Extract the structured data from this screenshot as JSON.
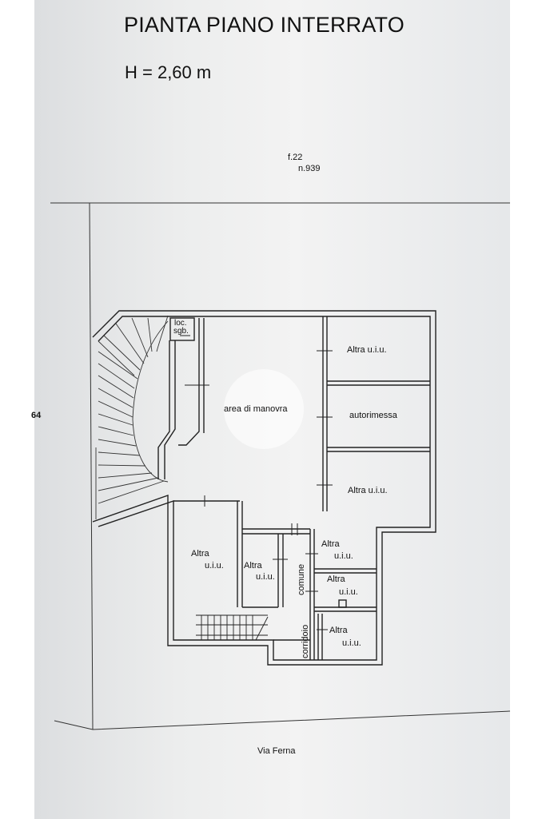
{
  "header": {
    "title": "PIANTA PIANO INTERRATO",
    "height": "H = 2,60 m"
  },
  "parcel": {
    "sheet": "f.22",
    "number": "n.939",
    "side_fragment": "64"
  },
  "rooms": {
    "loc_sgb_line1": "loc.",
    "loc_sgb_line2": "sgb.",
    "area_manovra": "area di manovra",
    "altra_top_right": "Altra u.i.u.",
    "autorimessa": "autorimessa",
    "altra_mid_right": "Altra u.i.u.",
    "altra_left_line1": "Altra",
    "altra_left_line2": "u.i.u.",
    "altra_center_line1": "Altra",
    "altra_center_line2": "u.i.u.",
    "altra_small1_line1": "Altra",
    "altra_small1_line2": "u.i.u.",
    "altra_small2_line1": "Altra",
    "altra_small2_line2": "u.i.u.",
    "altra_small3_line1": "Altra",
    "altra_small3_line2": "u.i.u.",
    "comune": "comune",
    "corridoio": "corridoio"
  },
  "street": {
    "name": "Via Ferna"
  }
}
